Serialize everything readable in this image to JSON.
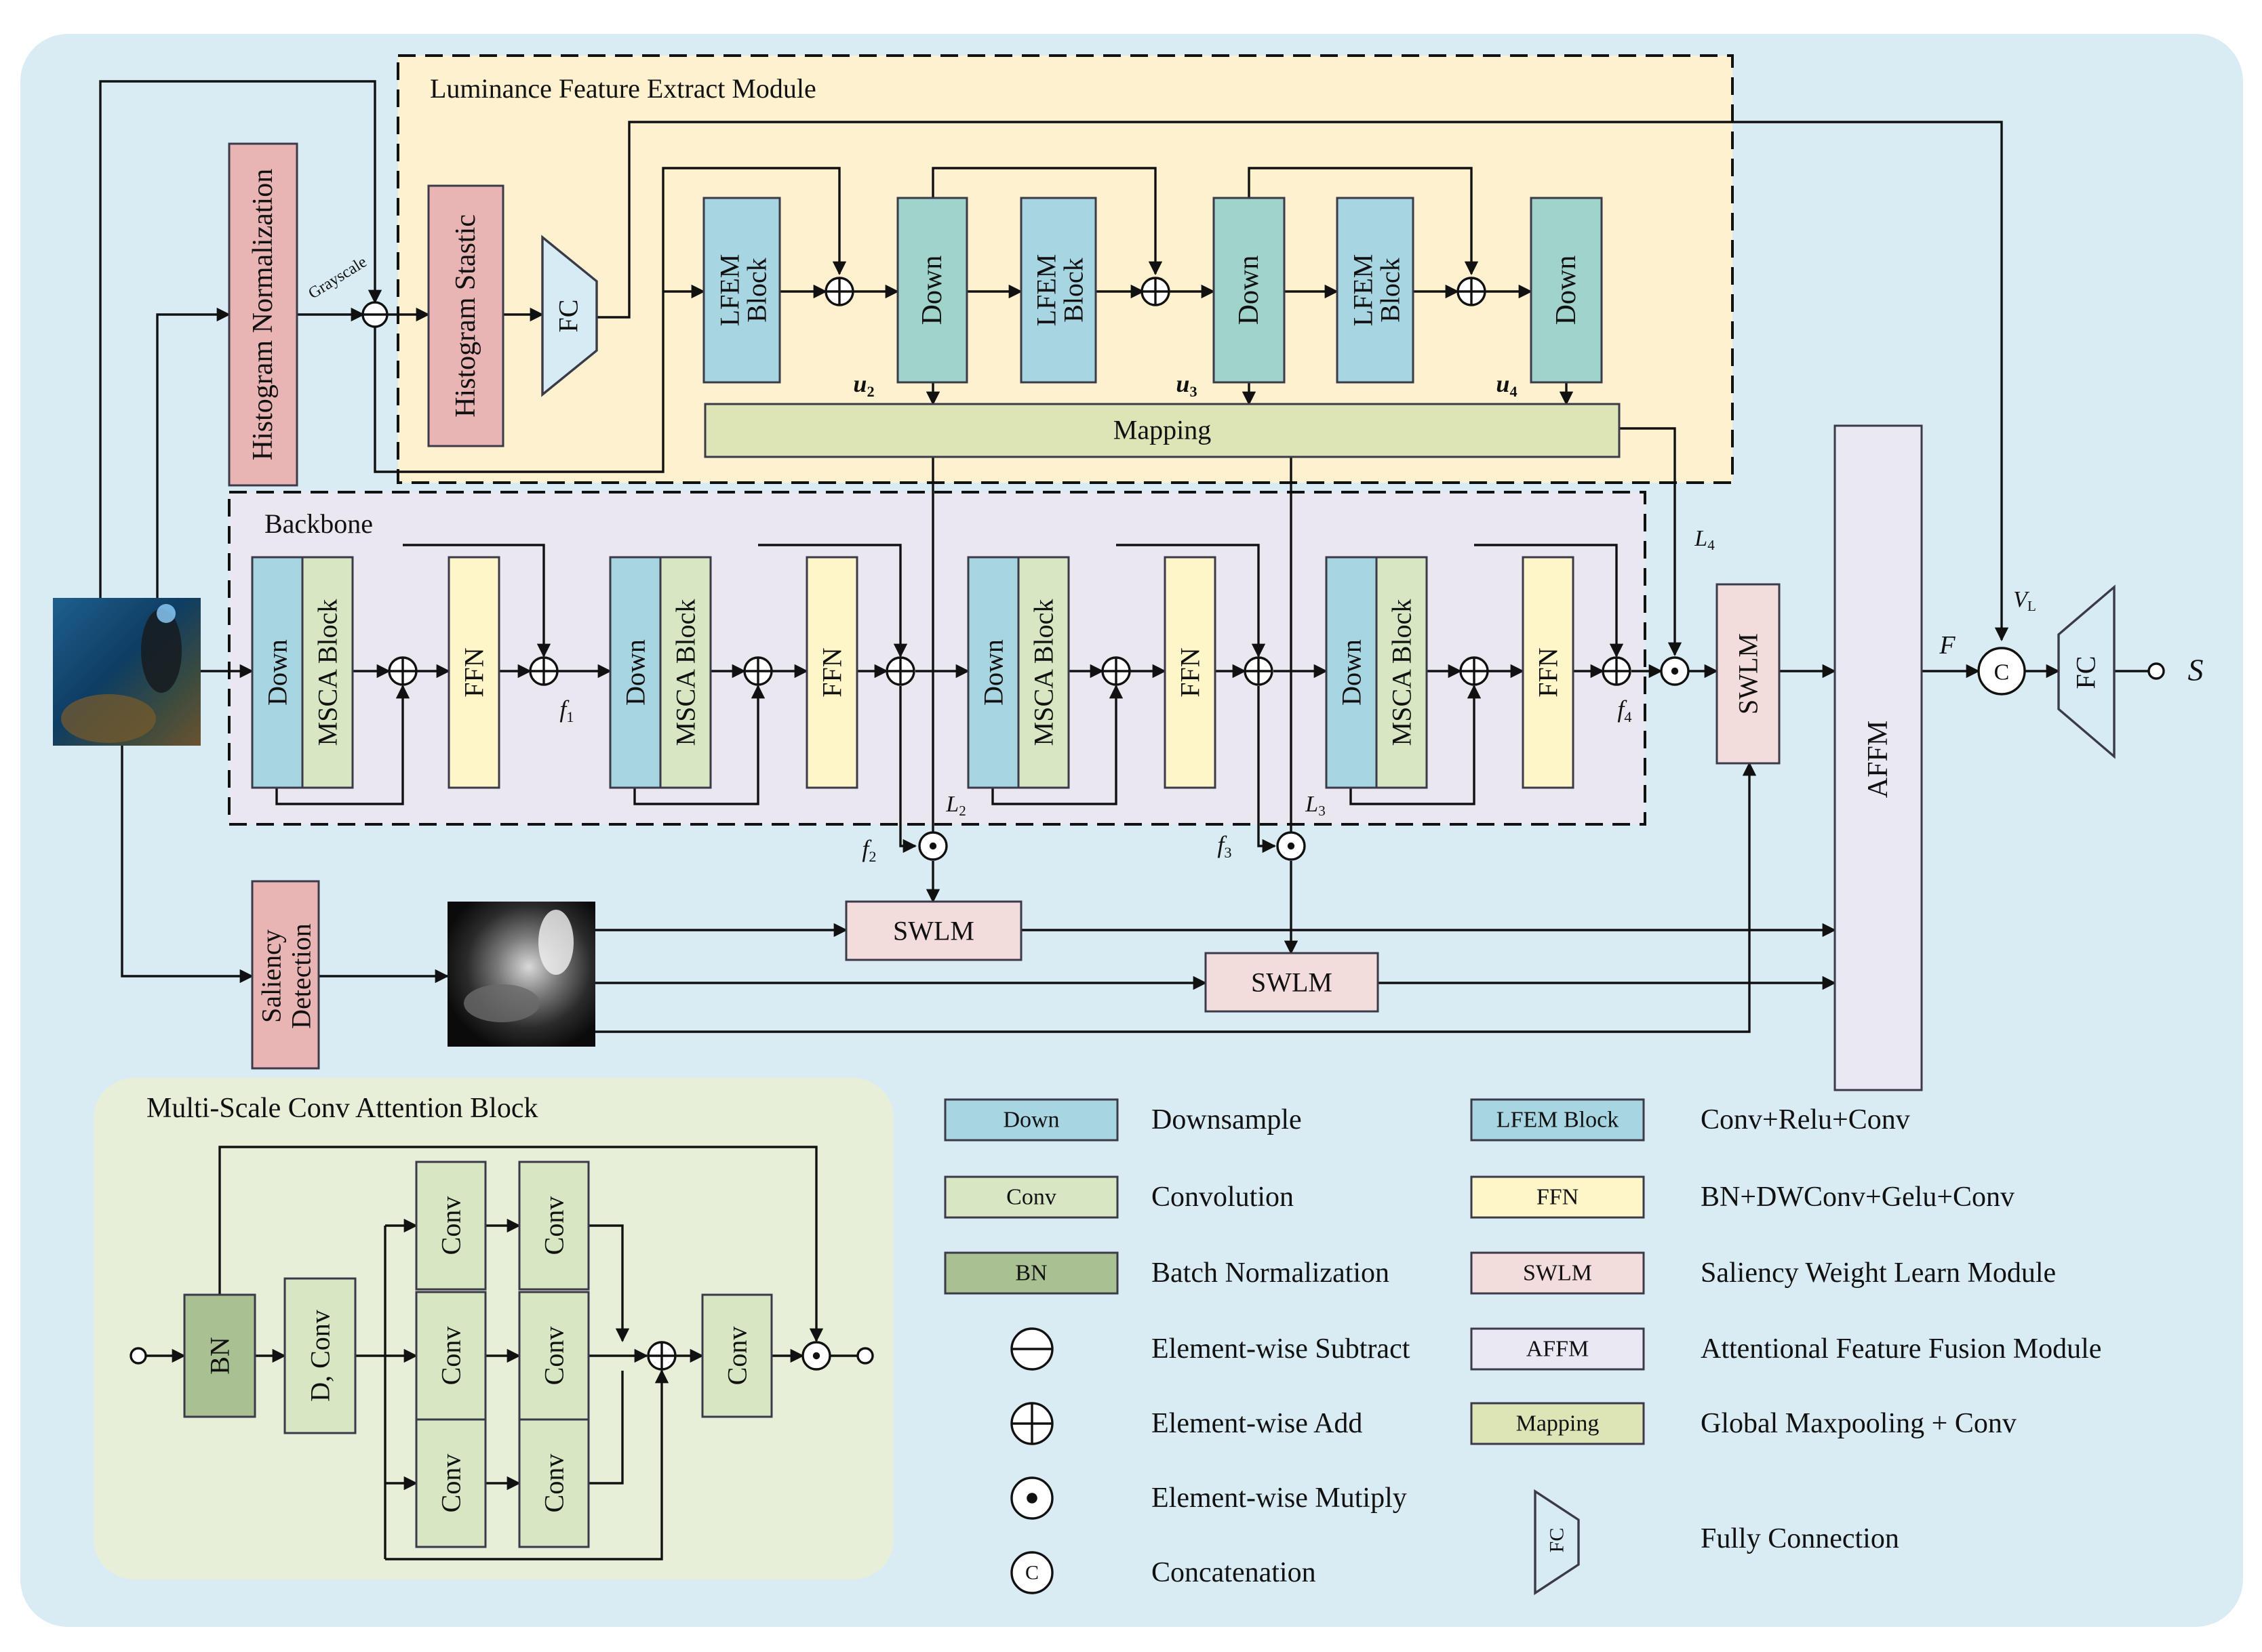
{
  "colors": {
    "panel_bg": "#d9ecf3",
    "lfem_region": "#fdf1cf",
    "backbone_region": "#ebe7f0",
    "msca_panel": "#e8efd9",
    "down": "#a8d5e2",
    "lfem_block": "#a8d5e2",
    "teal_down": "#9fd3cb",
    "msca": "#d7e7c4",
    "ffn": "#fef5c8",
    "swlm": "#f3dcdc",
    "hist": "#e8b4b4",
    "mapping": "#dde4b6",
    "conv": "#d7e7c4",
    "bn": "#a9c092",
    "affm": "#e9e8f3",
    "fc": "#d6ebf4"
  },
  "regions": {
    "lfem_title": "Luminance Feature Extract Module",
    "backbone_title": "Backbone",
    "msca_title": "Multi-Scale Conv Attention Block"
  },
  "top": {
    "hist_norm": "Histogram Normalization",
    "grayscale": "Grayscale",
    "hist_stastic": "Histogram Stastic",
    "fc": "FC",
    "lfem_line1": "LFEM",
    "lfem_line2": "Block",
    "down": "Down",
    "mapping": "Mapping",
    "u2": "u",
    "u2_sub": "2",
    "u3": "u",
    "u3_sub": "3",
    "u4": "u",
    "u4_sub": "4"
  },
  "backbone": {
    "down": "Down",
    "msca": "MSCA Block",
    "ffn": "FFN",
    "f1": "f",
    "f1_sub": "1",
    "f4": "f",
    "f4_sub": "4",
    "L2": "L",
    "L2_sub": "2",
    "L3": "L",
    "L3_sub": "3",
    "L4": "L",
    "L4_sub": "4"
  },
  "lower": {
    "saliency_line1": "Saliency",
    "saliency_line2": "Detection",
    "swlm": "SWLM",
    "affm": "AFFM",
    "f2": "f",
    "f2_sub": "2",
    "f3": "f",
    "f3_sub": "3",
    "F": "F",
    "VL": "V",
    "VL_sub": "L",
    "concat": "C",
    "fc": "FC",
    "S": "S"
  },
  "msca_block": {
    "bn": "BN",
    "dconv": "D, Conv",
    "conv": "Conv"
  },
  "legend": [
    {
      "key": "Down",
      "desc": "Downsample"
    },
    {
      "key": "Conv",
      "desc": "Convolution"
    },
    {
      "key": "BN",
      "desc": "Batch Normalization"
    },
    {
      "key": "",
      "desc": "Element-wise Subtract"
    },
    {
      "key": "",
      "desc": "Element-wise Add"
    },
    {
      "key": "",
      "desc": "Element-wise Mutiply"
    },
    {
      "key": "C",
      "desc": "Concatenation"
    },
    {
      "key": "LFEM Block",
      "desc": "Conv+Relu+Conv"
    },
    {
      "key": "FFN",
      "desc": "BN+DWConv+Gelu+Conv"
    },
    {
      "key": "SWLM",
      "desc": "Saliency Weight Learn Module"
    },
    {
      "key": "AFFM",
      "desc": "Attentional Feature Fusion Module"
    },
    {
      "key": "Mapping",
      "desc": "Global Maxpooling + Conv"
    },
    {
      "key": "FC",
      "desc": "Fully Connection"
    }
  ]
}
